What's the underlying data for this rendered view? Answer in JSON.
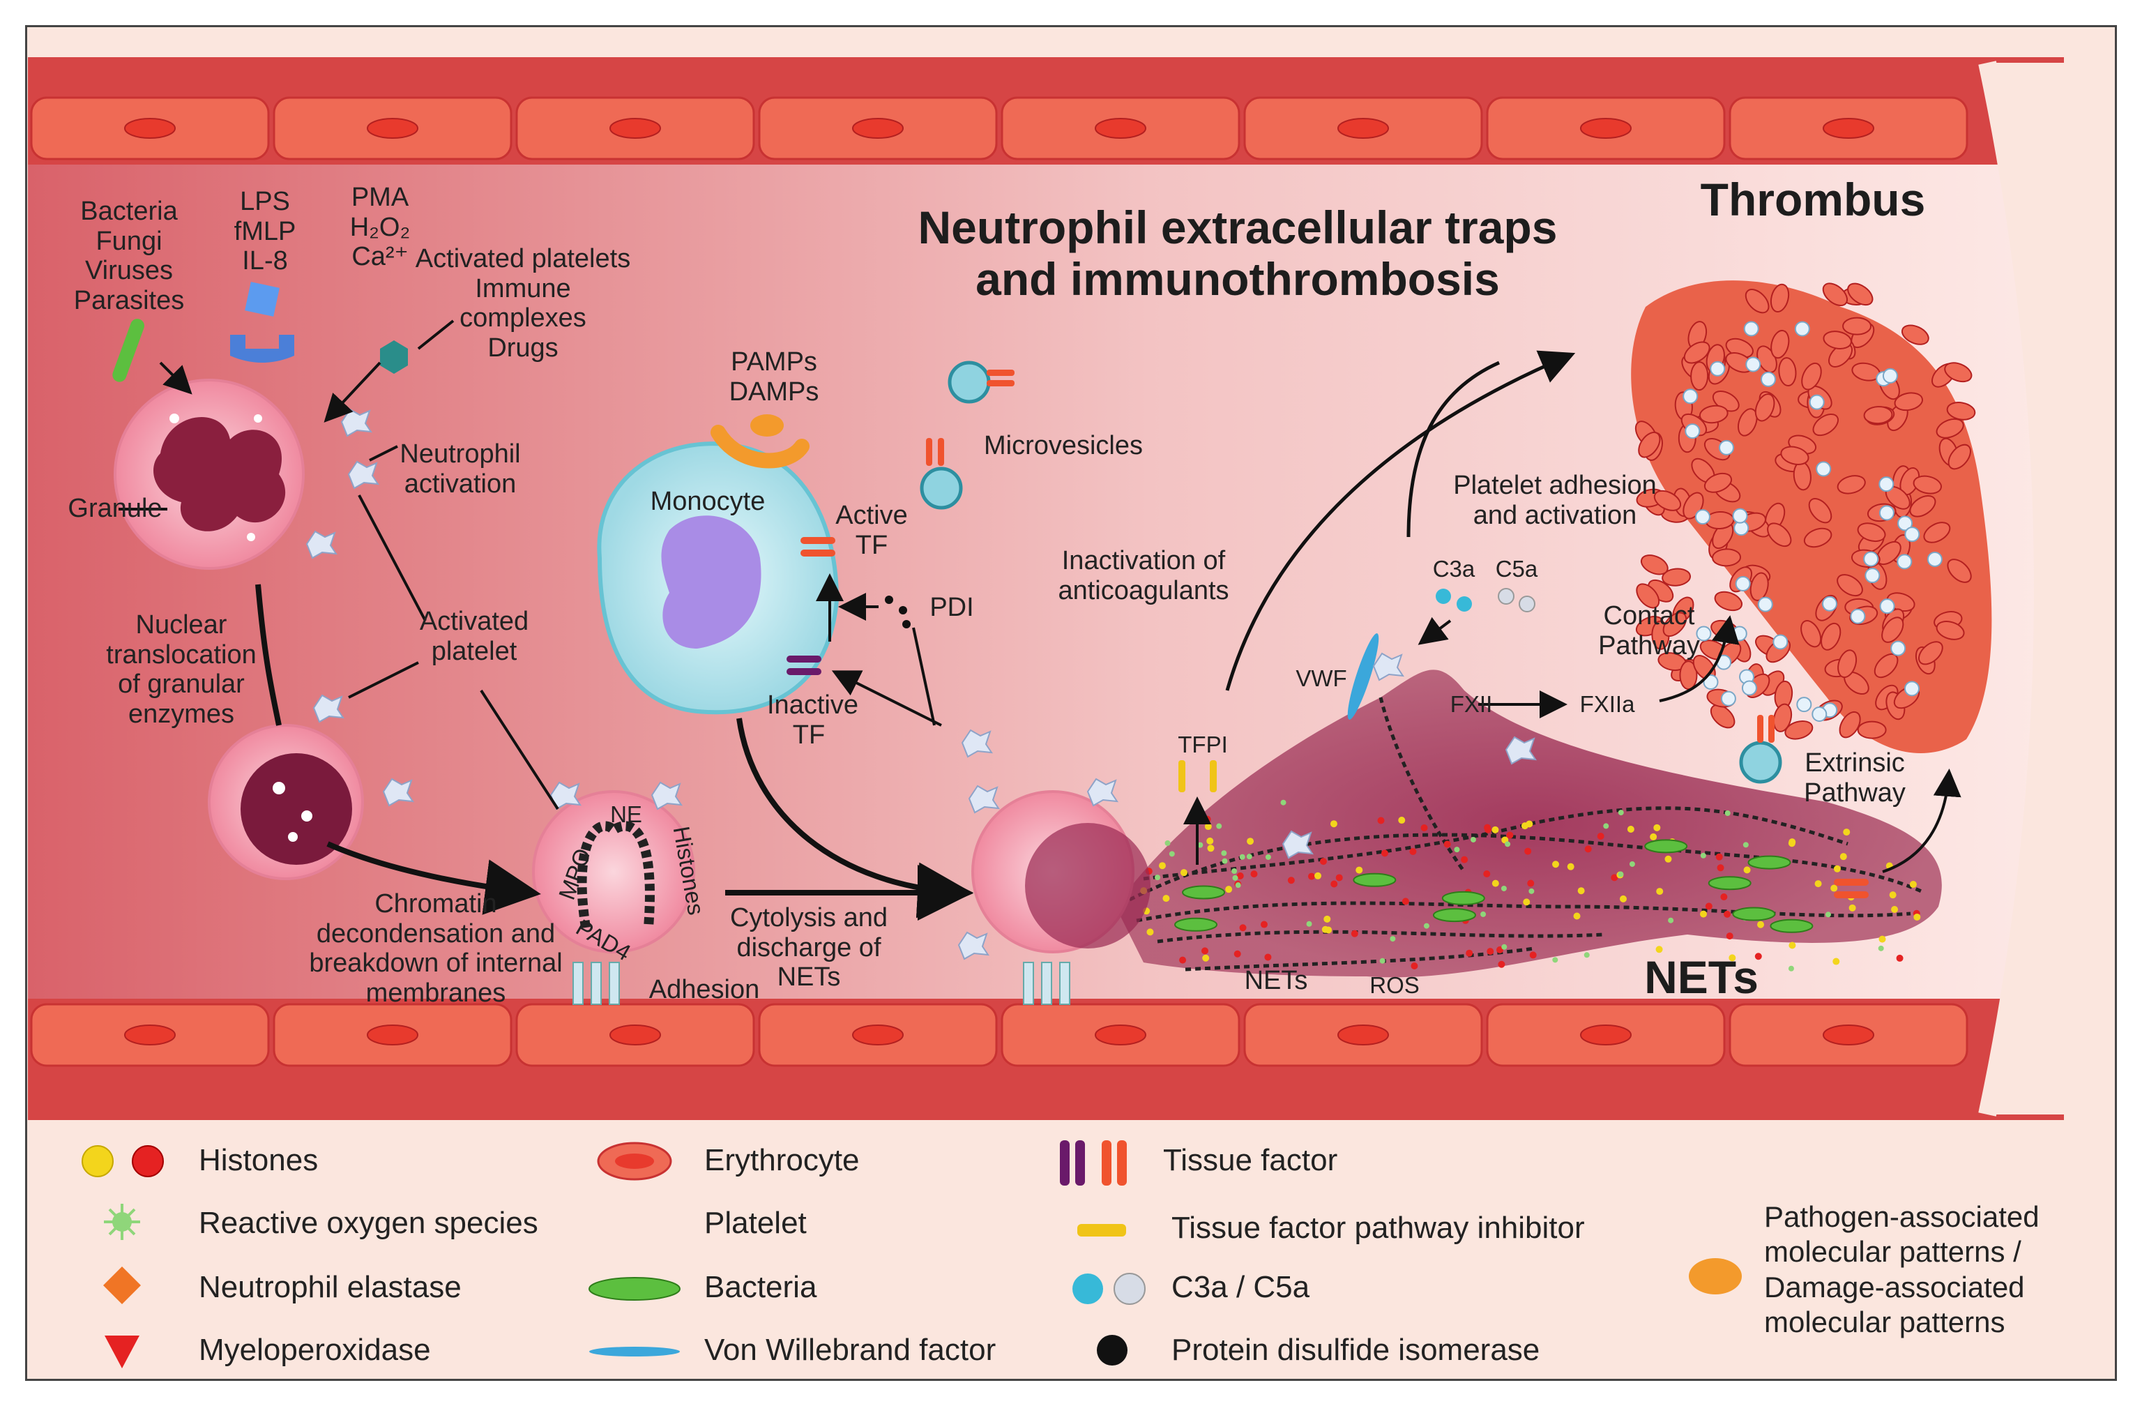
{
  "title": "Neutrophil extracellular traps\nand immunothrombosis",
  "labels": {
    "thrombus": "Thrombus",
    "nets_big": "NETs",
    "pathogens": "Bacteria\nFungi\nViruses\nParasites",
    "lps": "LPS\nfMLP\nIL-8",
    "pma": "PMA\nH₂O₂\nCa²⁺",
    "activated_platelets": "Activated platelets\nImmune complexes\nDrugs",
    "neutrophil_activation": "Neutrophil\nactivation",
    "granule": "Granule",
    "activated_platelet": "Activated\nplatelet",
    "nuclear_translocation": "Nuclear\ntranslocation\nof granular\nenzymes",
    "chromatin": "Chromatin\ndecondensation and\nbreakdown of internal\nmembranes",
    "adhesion": "Adhesion",
    "ne": "NE",
    "mpo": "MPO",
    "histones_cell": "Histones",
    "pad4": "PAD4",
    "cytolysis": "Cytolysis and\ndischarge of\nNETs",
    "pamps": "PAMPs\nDAMPs",
    "monocyte": "Monocyte",
    "microvesicles": "Microvesicles",
    "active_tf": "Active\nTF",
    "inactive_tf": "Inactive\nTF",
    "pdi": "PDI",
    "inactivation": "Inactivation of\nanticoagulants",
    "tfpi": "TFPI",
    "platelet_adhesion": "Platelet adhesion\nand activation",
    "c3a": "C3a",
    "c5a": "C5a",
    "vwf": "VWF",
    "fxii": "FXII",
    "fxiia": "FXIIa",
    "contact_pathway": "Contact\nPathway",
    "extrinsic_pathway": "Extrinsic\nPathway",
    "nets_small": "NETs",
    "ros": "ROS"
  },
  "legend": {
    "histones": "Histones",
    "ros": "Reactive oxygen species",
    "ne": "Neutrophil elastase",
    "mpo": "Myeloperoxidase",
    "erythrocyte": "Erythrocyte",
    "platelet": "Platelet",
    "bacteria": "Bacteria",
    "vwf": "Von Willebrand factor",
    "tf": "Tissue factor",
    "tfpi": "Tissue factor pathway inhibitor",
    "c3a_c5a": "C3a / C5a",
    "pdi": "Protein disulfide isomerase",
    "pamps": "Pathogen-associated\nmolecular patterns /\nDamage-associated\nmolecular patterns"
  },
  "colors": {
    "vessel_wall": "#d64545",
    "endothelium": "#ef6a55",
    "lumen_dark": "#d9626a",
    "lumen_light": "#fbe6e4",
    "net_mass": "#8e2448",
    "cell_pink": "#f4a5b4",
    "monocyte": "#b8e6ee",
    "monocyte_nucleus": "#a98ce6",
    "histone_yellow": "#f3d51c",
    "histone_red": "#e52222",
    "tf_purple": "#6a1a6a",
    "tf_orange": "#f0532e",
    "tfpi_yellow": "#f0c417",
    "vwf_blue": "#3ba7db",
    "bacteria_green": "#5cbf3f",
    "c3a_blue": "#37b9d8",
    "c5a_grey": "#d7dce6",
    "pamp_orange": "#f39a2c"
  }
}
